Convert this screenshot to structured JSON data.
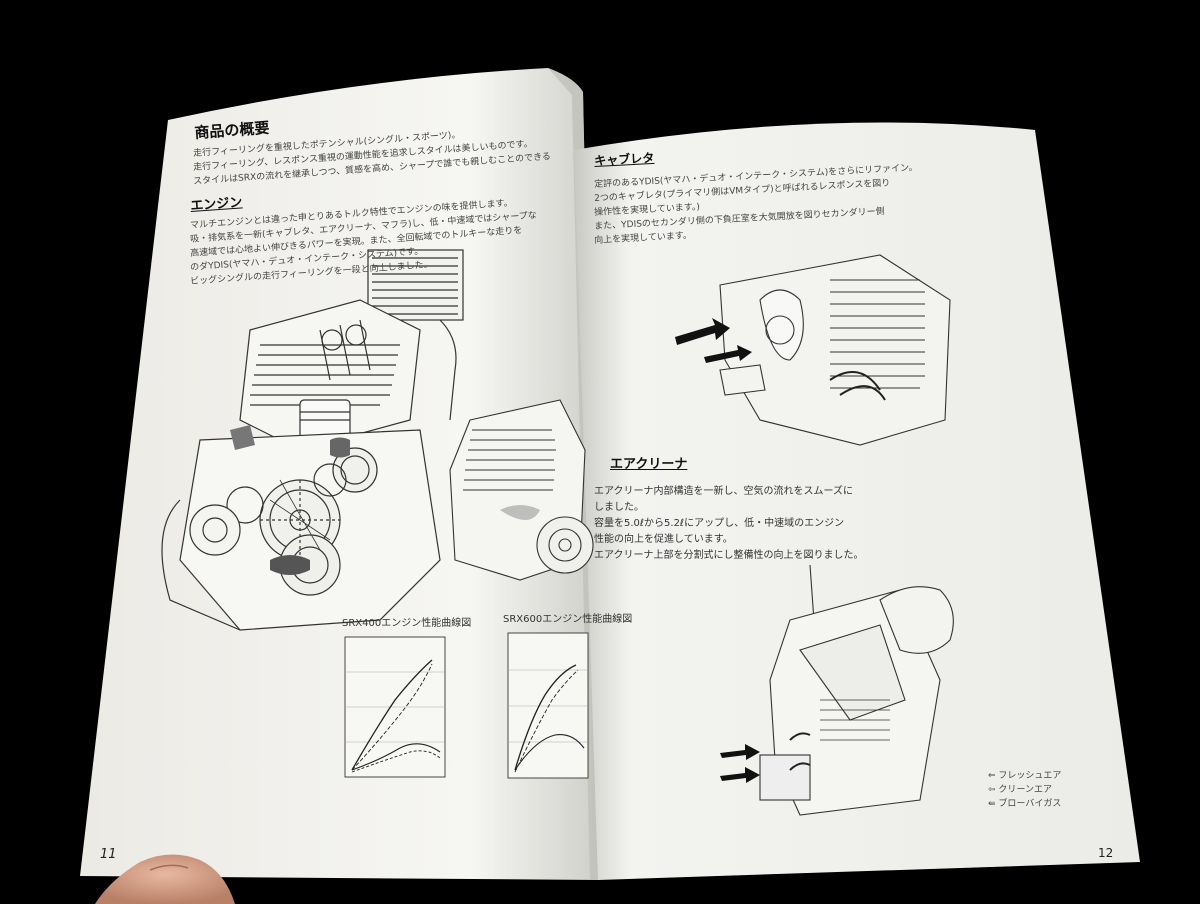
{
  "left_page": {
    "heading_overview": "商品の概要",
    "overview_lines": [
      "走行フィーリングを重視したポテンシャル(シングル・スポーツ)。",
      "走行フィーリング、レスポンス重視の運動性能を追求しスタイルは美しいものです。",
      "スタイルはSRXの流れを継承しつつ、質感を高め、シャープで誰でも親しむことのできる"
    ],
    "heading_engine": "エンジン",
    "engine_lines": [
      "マルチエンジンとは違った申とりあるトルク特性でエンジンの味を提供します。",
      "吸・排気系を一新(キャブレタ、エアクリーナ、マフラ)し、低・中速域ではシャープな",
      "高速域では心地よい伸びきるパワーを実現。また、全回転域でのトルキーな走りを",
      "のダYDIS(ヤマハ・デュオ・インテーク・システム)です。",
      "ビッグシングルの走行フィーリングを一段と向上しました。"
    ],
    "chart_title_400": "SRX400エンジン性能曲線図",
    "chart_title_600": "SRX600エンジン性能曲線図",
    "page_number": "11"
  },
  "right_page": {
    "heading_carb": "キャブレタ",
    "carb_lines": [
      "定評のあるYDIS(ヤマハ・デュオ・インテーク・システム)をさらにリファイン。",
      "2つのキャブレタ(プライマリ側はVMタイプ)と呼ばれるレスポンスを図り",
      "操作性を実現しています。)",
      "また、YDISのセカンダリ側の下負圧室を大気開放を図りセカンダリー側",
      "向上を実現しています。"
    ],
    "heading_air": "エアクリーナ",
    "air_lines": [
      "エアクリーナ内部構造を一新し、空気の流れをスムーズに",
      "しました。",
      "容量を5.0ℓから5.2ℓにアップし、低・中速域のエンジン",
      "性能の向上を促進しています。",
      "エアクリーナ上部を分割式にし整備性の向上を図りました。"
    ],
    "legend": [
      "フレッシュエア",
      "クリーンエア",
      "ブローバイガス"
    ],
    "page_number": "12"
  },
  "colors": {
    "background": "#000000",
    "paper": "#f4f4f1",
    "ink": "#222222",
    "skin": "#d9a58c"
  }
}
